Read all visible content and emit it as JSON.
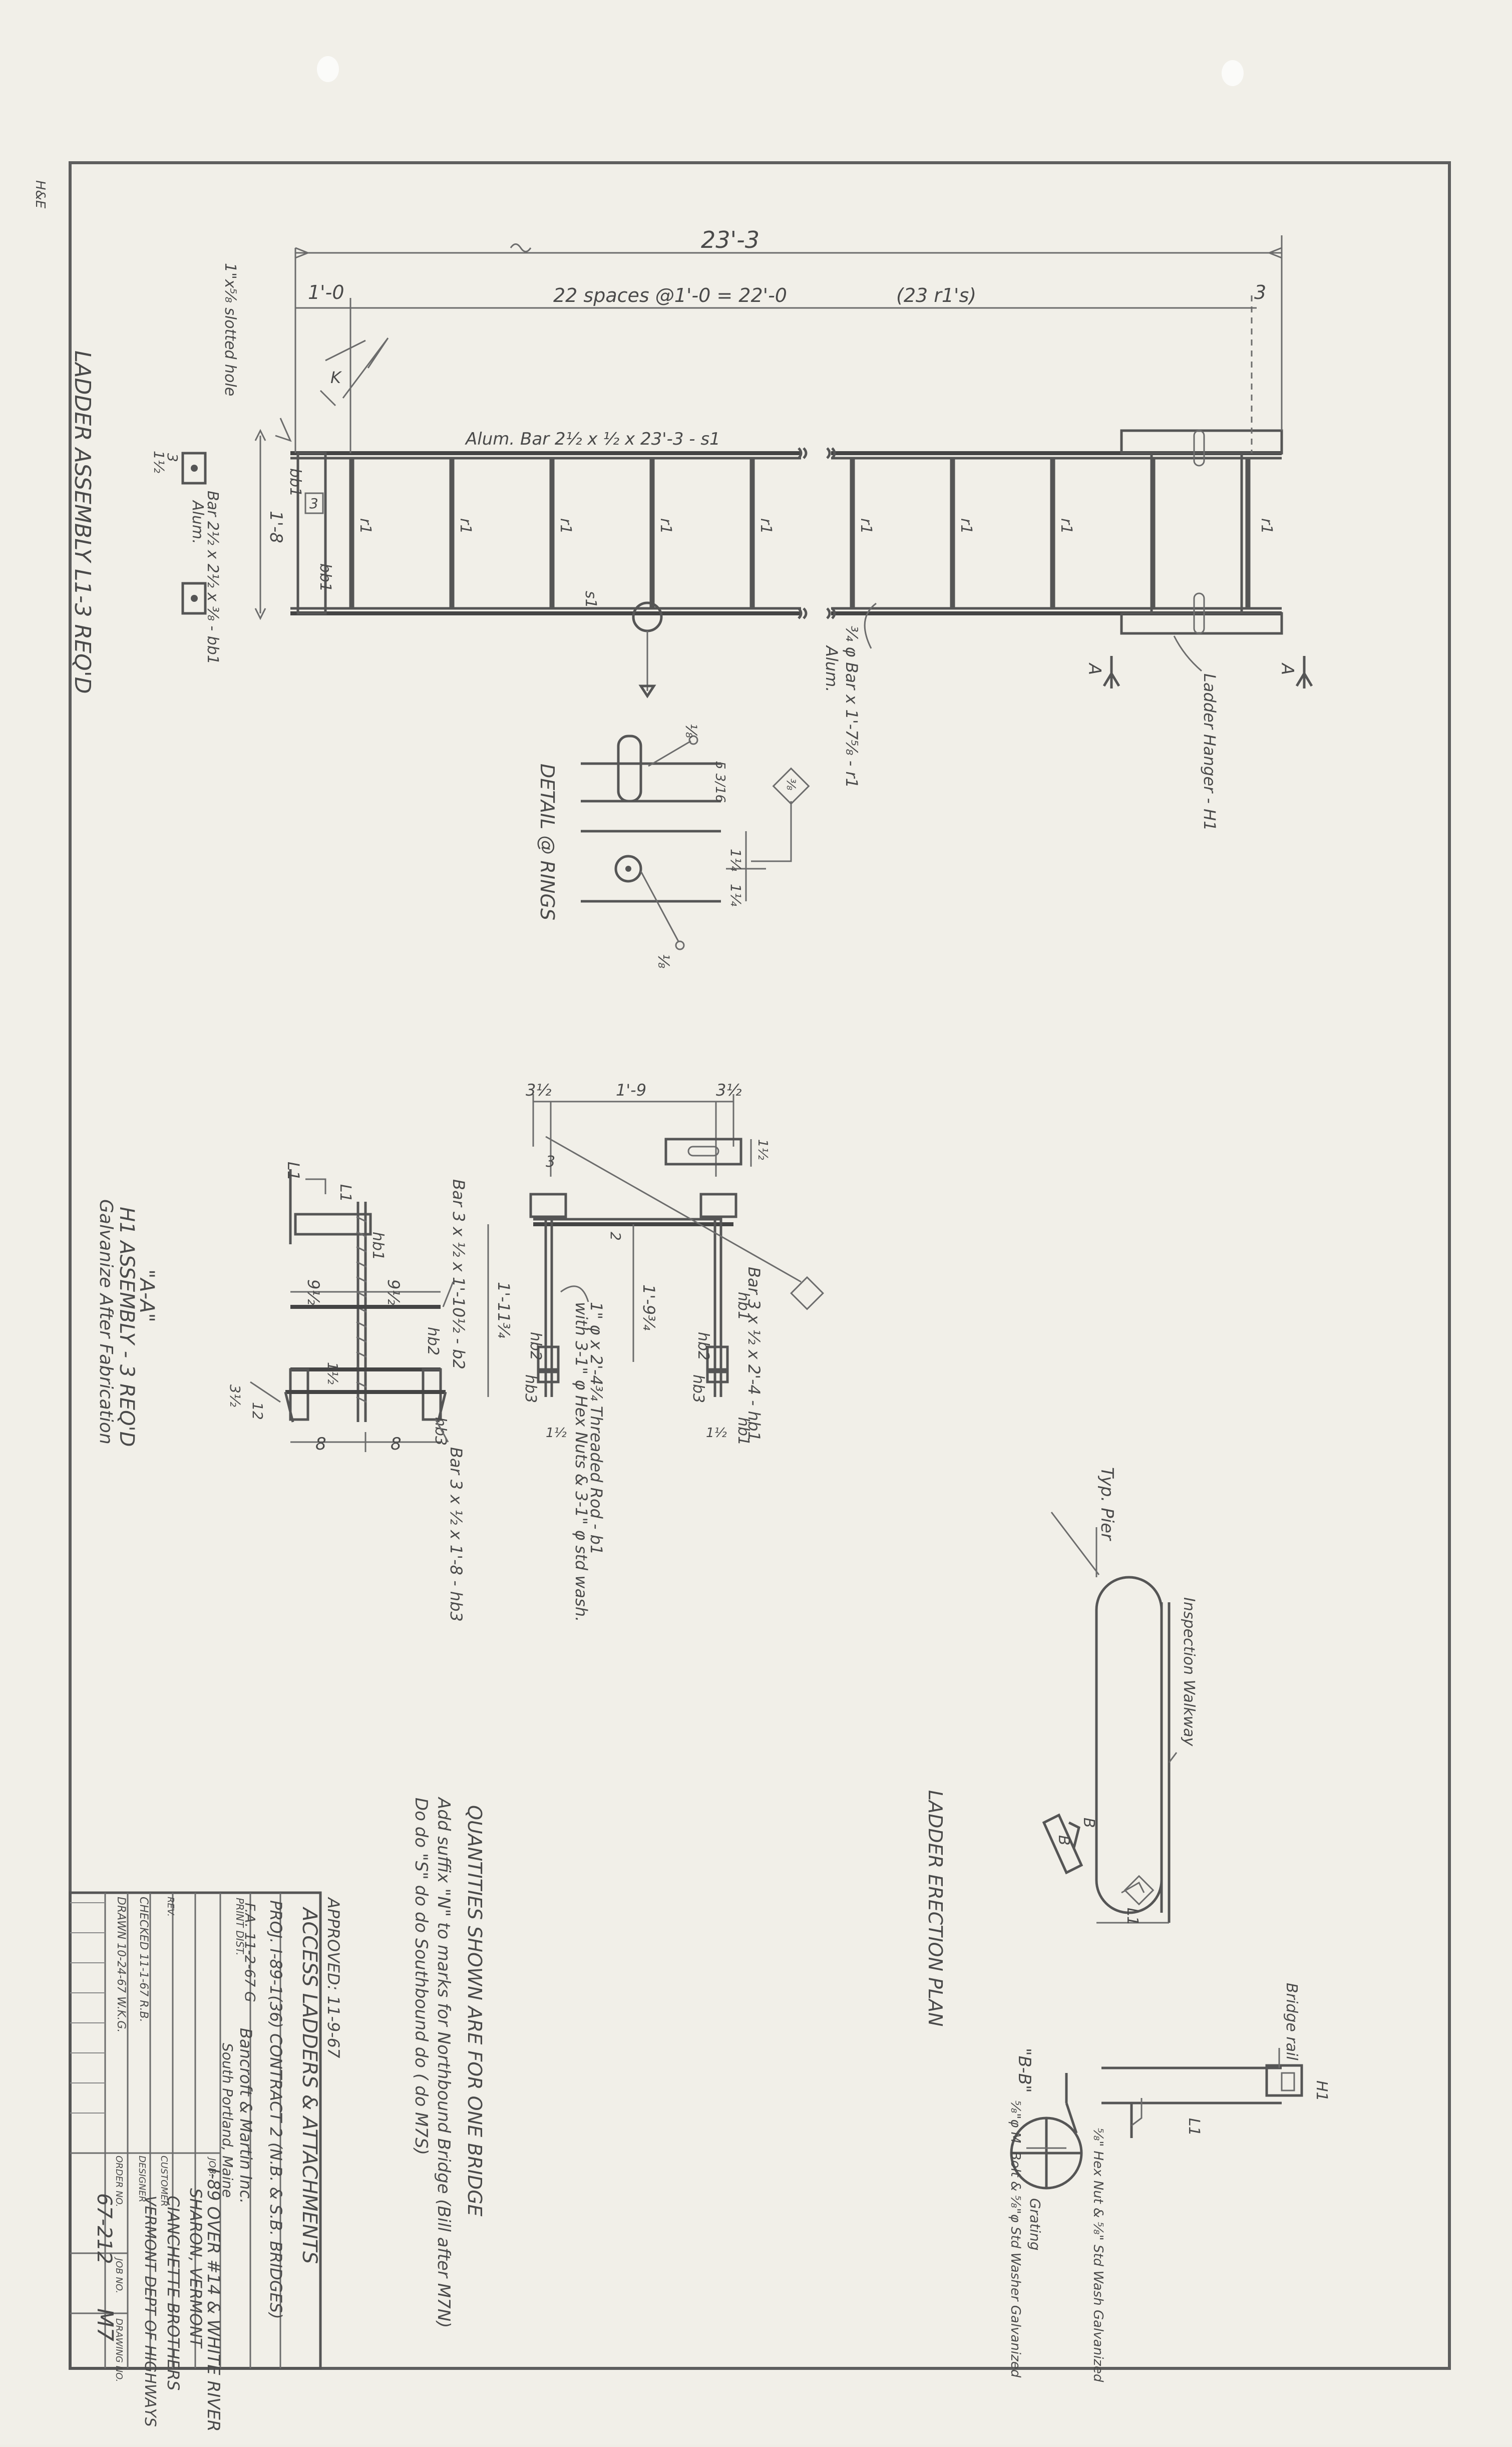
{
  "title_block": {
    "approved": "APPROVED: 11-9-67",
    "title": "ACCESS LADDERS & ATTACHMENTS",
    "proj": "PROJ. I-89-1(36) CONTRACT 2  (N.B. & S.B. BRIDGES)",
    "fa": "F.A. 11-2-67  G",
    "print_dist": "PRINT DIST.",
    "firm1": "Bancroft & Martin Inc.",
    "firm2": "South Portland, Maine",
    "job_label": "JOB:",
    "job": "I-89 OVER #14 & WHITE RIVER",
    "job_loc": "SHARON, VERMONT",
    "customer_label": "CUSTOMER",
    "customer": "CIANCHETTE BROTHERS",
    "designer_label": "DESIGNER",
    "designer": "VERMONT DEPT OF HIGHWAYS",
    "order_label": "ORDER NO.",
    "job_no_label": "JOB NO.",
    "drawing_no_label": "DRAWING NO.",
    "job_no": "67-212",
    "drawing_no": "M7",
    "rev_label": "REV.",
    "checked": "CHECKED 11-1-67  R.B.",
    "drawn": "DRAWN 10-24-67  W.K.G."
  },
  "ladder": {
    "title": "LADDER ASSEMBLY L1-3 REQ'D",
    "overall": "23'-3",
    "spaces": "22 spaces @1'-0 = 22'-0",
    "rungs": "(23 r1's)",
    "end_left": "1'-0",
    "end_right": "3",
    "bar": "Alum. Bar 2½ x ½ x 23'-3 - s1",
    "slotted": "1\"x⅝ slotted hole",
    "width": "1'-8",
    "rung_label": "r1",
    "s1_label": "s1",
    "rung_bar": "¾ φ Bar x 1'-7⅝ - r1",
    "rung_alum": "Alum.",
    "hanger": "Ladder Hanger - H1",
    "sec_a": "A",
    "bar_b1": "Bar 2½ x 2½ x ⅜ - bb1",
    "bar_b1_alum": "Alum.",
    "dim_3": "3",
    "dim_half": "1½",
    "bb1": "bb1",
    "bb2": "bb1"
  },
  "detail_rings": {
    "title": "DETAIL @ RINGS",
    "d1": "⅛",
    "d2": "⅛",
    "d3": "1¼",
    "d4": "1¼",
    "d5": "5 3/16",
    "d6": "⅜"
  },
  "section_aa": {
    "title": "\"A-A\"",
    "subtitle": "H1 ASSEMBLY - 3 REQ'D",
    "note": "Galvanize After Fabrication",
    "bar_a": "Bar 3 x ½ x 1'-10½ - b2",
    "bar_b": "Bar 3 x ½ x 1'-8 - hb3",
    "bar_c": "Bar 3 x ½ x 2'-4 - hb1",
    "rod": "1\" φ x 2'-4¾ Threaded Rod - b1",
    "rod2": "with 3-1\" φ Hex Nuts & 3-1\" φ std wash.",
    "w1": "9½",
    "w2": "9½",
    "w3": "8",
    "w4": "8",
    "h1": "1'-11¾",
    "h2": "1'-9¾",
    "top1": "3½",
    "top2": "1'-9",
    "top3": "3½",
    "d3": "3",
    "d2": "2",
    "l1": "L1",
    "hb1": "hb1",
    "hb2": "hb2",
    "hb3": "hb3",
    "twelve": "12",
    "three_half": "3½",
    "one_half": "1½"
  },
  "erection": {
    "title": "LADDER ERECTION PLAN",
    "pier": "Typ. Pier",
    "walkway": "Inspection Walkway",
    "b": "B",
    "l1": "L1",
    "bridge_rail": "Bridge rail",
    "h1": "H1",
    "bb": "\"B-B\"",
    "grating": "Grating",
    "bolt": "⅝\"φ M. Bolt & ⅝\"φ Std Washer Galvanized",
    "nut": "⅝\" Hex Nut & ⅝\" Std Wash Galvanized"
  },
  "notes": {
    "n1": "QUANTITIES SHOWN ARE FOR ONE BRIDGE",
    "n2": "Add suffix \"N\" to marks for Northbound Bridge (Bill after M7N)",
    "n3": "Do   do  \"S\"  do   do   Southbound   do   (   do   M7S)"
  },
  "corner_mark": "H&E"
}
